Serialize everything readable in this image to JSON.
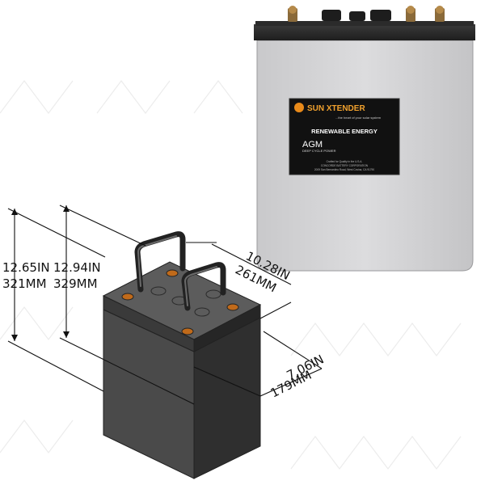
{
  "label": {
    "brand": "SUN XTENDER",
    "tagline": "...the heart of your solar system",
    "subtitle": "RENEWABLE ENERGY",
    "type": "AGM",
    "type_sub": "DEEP CYCLE POWER",
    "fine1": "Crafted for Quality in the U.S.A.",
    "fine2": "CONCORDE BATTERY CORPORATION",
    "fine3": "2009 San Bernardino Road, West Covina, CA 91790"
  },
  "dimensions": {
    "height_total_in": "12.94IN",
    "height_total_mm": "329MM",
    "height_case_in": "12.65IN",
    "height_case_mm": "321MM",
    "length_in": "10.28IN",
    "length_mm": "261MM",
    "width_in": "7.06IN",
    "width_mm": "179MM"
  },
  "colors": {
    "case_light": "#d4d4d6",
    "case_dark": "#444444",
    "lid_dark": "#2a2a2a",
    "label_bg": "#111111",
    "brand_orange": "#e88a1a"
  }
}
